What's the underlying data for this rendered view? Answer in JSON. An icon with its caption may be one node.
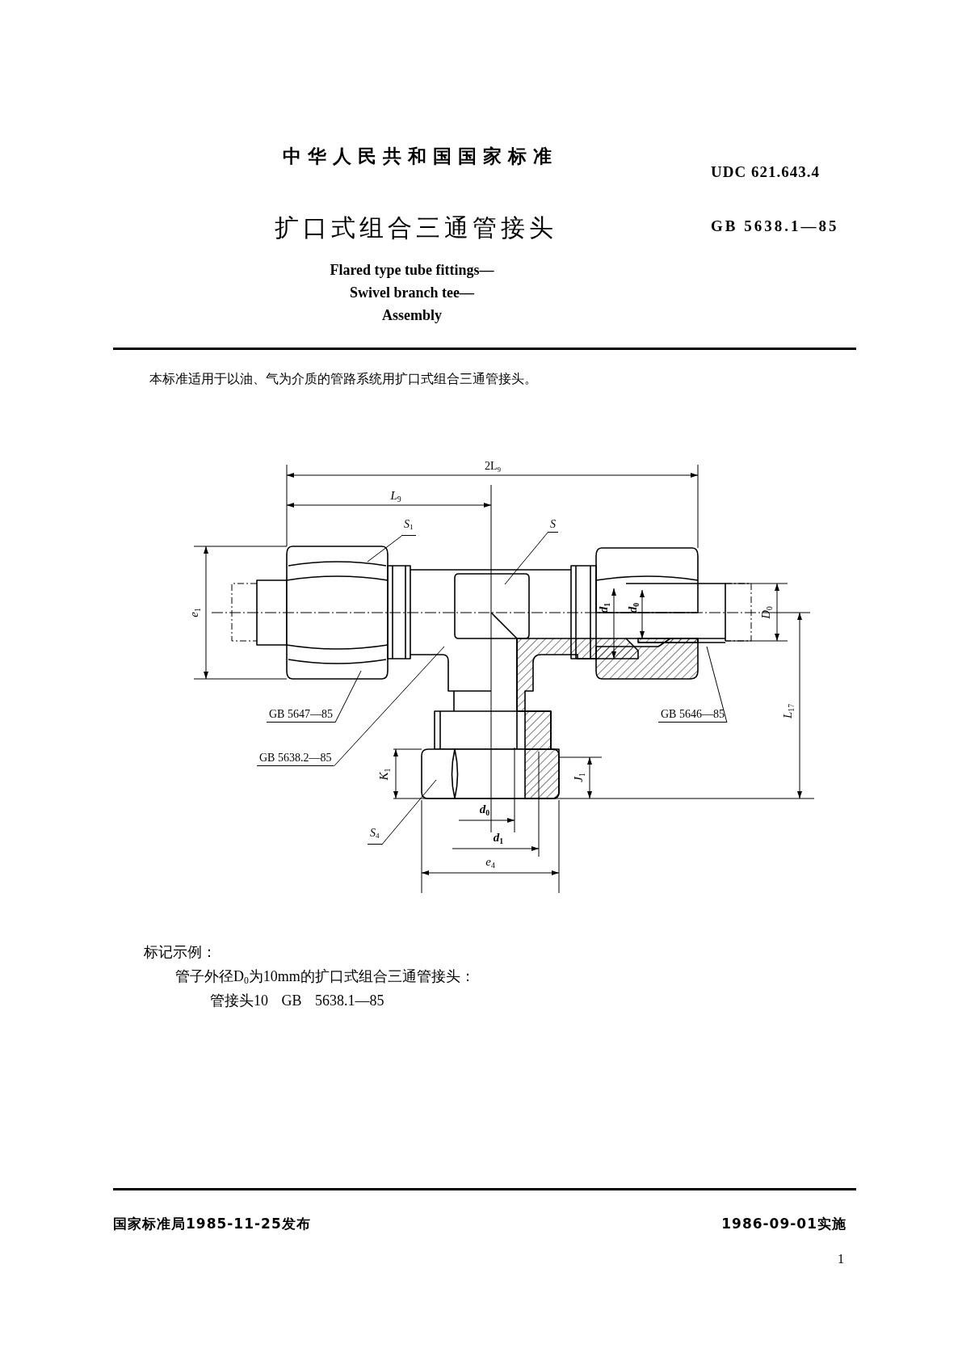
{
  "diagram": {
    "title": "扩口式组合三通管接头",
    "nodes": [
      {
        "text": [
          "S$_{1}$"
        ]
      },
      {
        "text": [
          "S"
        ]
      },
      {
        "text": [
          "GB 5647—85"
        ]
      },
      {
        "text": [
          "GB 5638.2—85"
        ]
      },
      {
        "text": [
          "GB 5646—85"
        ]
      },
      {
        "text": [
          "S$_{4}$"
        ]
      }
    ],
    "edges": [
      {
        "from": 0,
        "to": null,
        "arrow": "none"
      },
      {
        "from": 1,
        "to": null,
        "arrow": "none"
      },
      {
        "from": 2,
        "to": null,
        "arrow": "none"
      },
      {
        "from": 3,
        "to": null,
        "arrow": "none"
      },
      {
        "from": 4,
        "to": null,
        "arrow": "none"
      },
      {
        "from": 5,
        "to": null,
        "arrow": "none"
      }
    ],
    "labels": [
      "中华人民共和国国家标准",
      "UDC 621.643.4",
      "GB 5638.1—85",
      "Flared type tube fittings— Swivel branch tee—Assembly",
      "本标准适用于以油、气为介质的管路系统用扩口式组合三通管接头。",
      "2L$_{9}$",
      "L$_{9}$",
      "e$_{1}$",
      "d$_{1}$",
      "d$_{0}$",
      "D$_{0}$",
      "L$_{17}$",
      "K$_{1}$",
      "J$_{1}$",
      "d$_{0}$",
      "d$_{1}$",
      "e$_{4}$",
      "标记示例：",
      "管子外径D$_{0}$为10mm的扩口式组合三通管接头：",
      "管接头10 GB 5638.1—85",
      "国家标准局1985-11-25发布",
      "1986-09-01实施",
      "1"
    ]
  }
}
